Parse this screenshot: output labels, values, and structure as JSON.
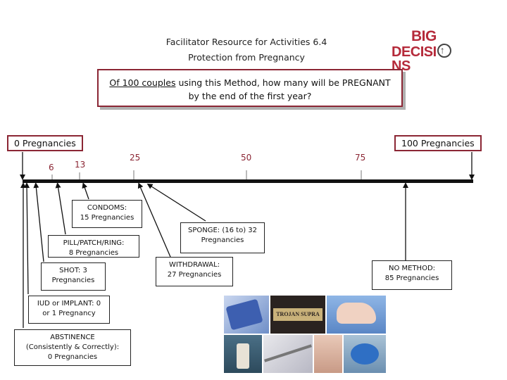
{
  "header": {
    "title_line1": "Facilitator Resource for Activities 6.4",
    "title_line2": "Protection from Pregnancy"
  },
  "logo": {
    "line1": "BIG",
    "line2_left": "DECISI",
    "line2_right": "NS"
  },
  "question": {
    "underlined": "Of 100 couples",
    "line1_rest": " using this Method, how many will be PREGNANT",
    "line2": "by the end of the first year?"
  },
  "scale": {
    "left_label": "0 Pregnancies",
    "right_label": "100 Pregnancies",
    "ticks": [
      {
        "label": "6",
        "value": 6
      },
      {
        "label": "13",
        "value": 13
      },
      {
        "label": "25",
        "value": 25
      },
      {
        "label": "50",
        "value": 50
      },
      {
        "label": "75",
        "value": 75
      }
    ]
  },
  "methods": {
    "condoms": {
      "line1": "CONDOMS:",
      "line2": "15 Pregnancies",
      "value": 15
    },
    "pill": {
      "line1": "PILL/PATCH/RING:",
      "line2": "8 Pregnancies",
      "value": 8
    },
    "shot": {
      "line1": "SHOT: 3",
      "line2": "Pregnancies",
      "value": 3
    },
    "iud": {
      "line1": "IUD or IMPLANT: 0",
      "line2": "or 1 Pregnancy",
      "value": 1
    },
    "abstinence": {
      "line1": "ABSTINENCE",
      "line2": "(Consistently & Correctly):",
      "line3": "0 Pregnancies",
      "value": 0
    },
    "sponge": {
      "line1": "SPONGE: (16 to) 32",
      "line2": "Pregnancies",
      "value": 32
    },
    "withdrawal": {
      "line1": "WITHDRAWAL:",
      "line2": "27 Pregnancies",
      "value": 27
    },
    "no_method": {
      "line1": "NO METHOD:",
      "line2": "85 Pregnancies",
      "value": 85
    }
  },
  "photos": {
    "brand1": "TROJAN",
    "brand2": "SUPRA"
  },
  "colors": {
    "accent": "#8b2634",
    "logo": "#b52a3a"
  }
}
